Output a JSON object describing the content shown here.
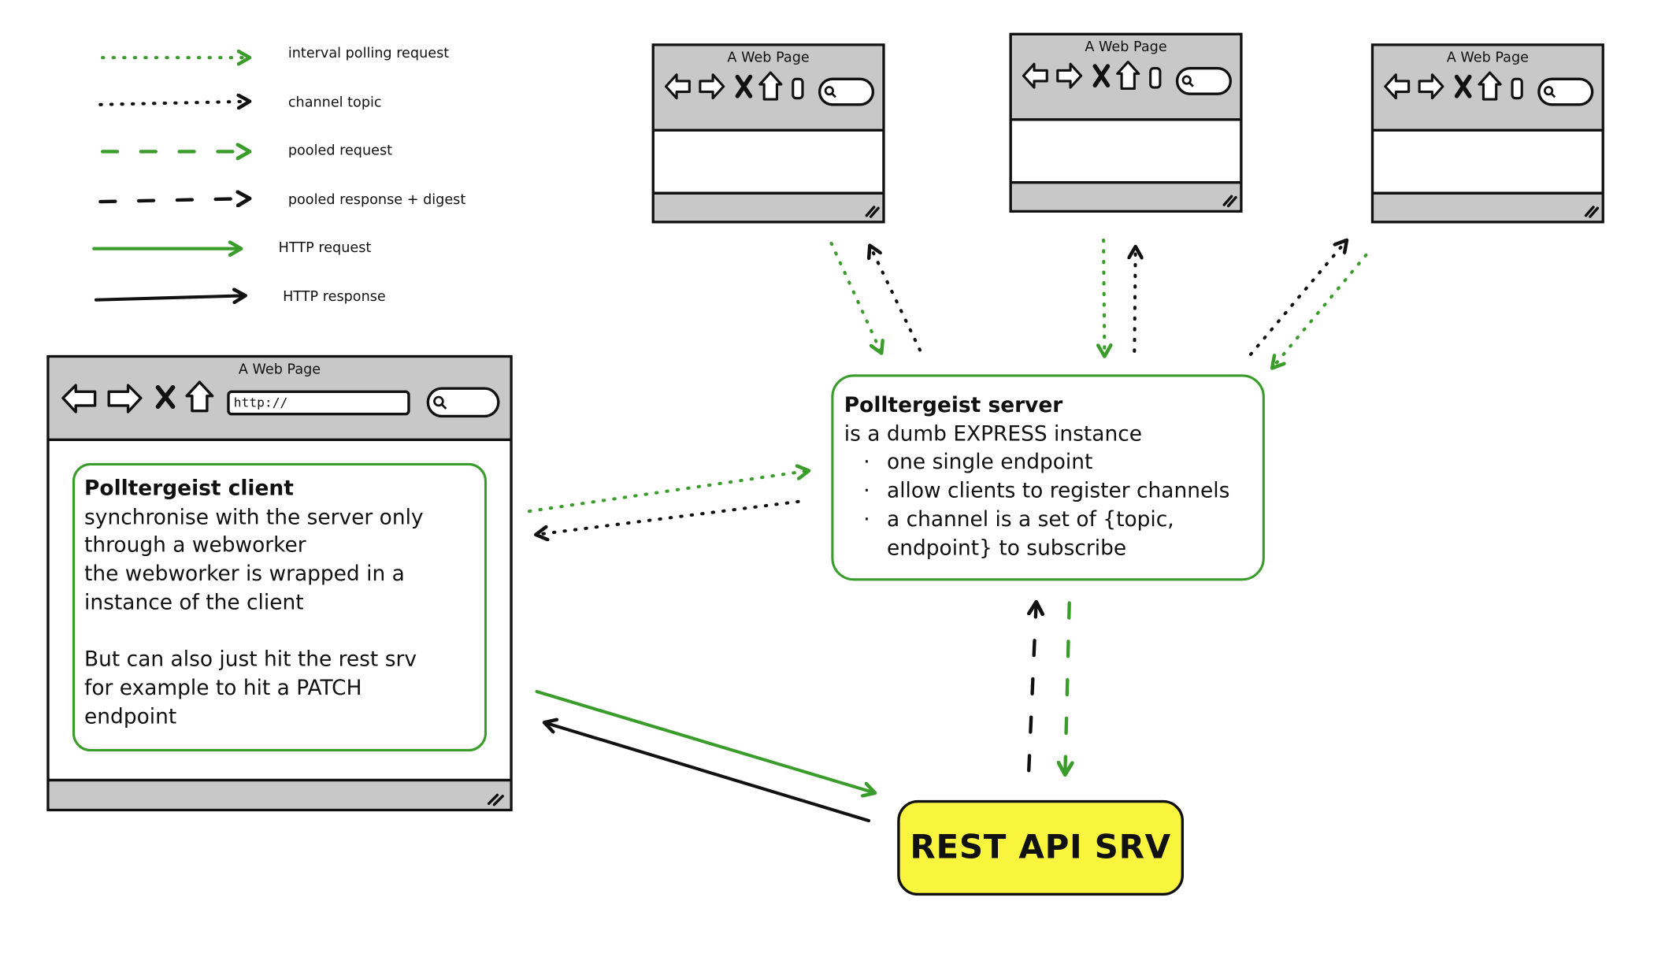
{
  "legend": [
    {
      "label": "interval polling request",
      "color": "#3a9c2a",
      "style": "dotted"
    },
    {
      "label": "channel topic",
      "color": "#111111",
      "style": "dotted"
    },
    {
      "label": "pooled request",
      "color": "#3a9c2a",
      "style": "dashed"
    },
    {
      "label": "pooled response + digest",
      "color": "#111111",
      "style": "dashed"
    },
    {
      "label": "HTTP request",
      "color": "#3a9c2a",
      "style": "solid"
    },
    {
      "label": "HTTP response",
      "color": "#111111",
      "style": "solid"
    }
  ],
  "browser_windows": [
    {
      "title": "A Web Page"
    },
    {
      "title": "A Web Page"
    },
    {
      "title": "A Web Page"
    }
  ],
  "client_window": {
    "title": "A Web Page",
    "url": "http://"
  },
  "client_box": {
    "heading": "Polltergeist client",
    "lines": [
      "synchronise with the server only",
      "through a webworker",
      "the webworker is wrapped in a",
      "instance of the client"
    ],
    "lines2": [
      "But can also just hit the rest srv",
      "for example to hit a PATCH",
      "endpoint"
    ]
  },
  "server_box": {
    "heading": "Polltergeist server",
    "subtitle": "is a dumb EXPRESS instance",
    "bullet_char": "·",
    "bullets": [
      "one single endpoint",
      "allow clients to register channels",
      "a channel is a set of {topic,"
    ],
    "bullet_cont": "endpoint} to subscribe"
  },
  "rest_box": {
    "label": "REST API SRV"
  },
  "colors": {
    "green": "#3a9c2a",
    "black": "#111111",
    "window_gray": "#c8c8c8",
    "rest_yellow": "#f9f53f"
  },
  "icons": [
    "back-arrow-icon",
    "forward-arrow-icon",
    "stop-x-icon",
    "home-icon",
    "bookmark-icon",
    "search-icon",
    "resize-grip-icon"
  ]
}
